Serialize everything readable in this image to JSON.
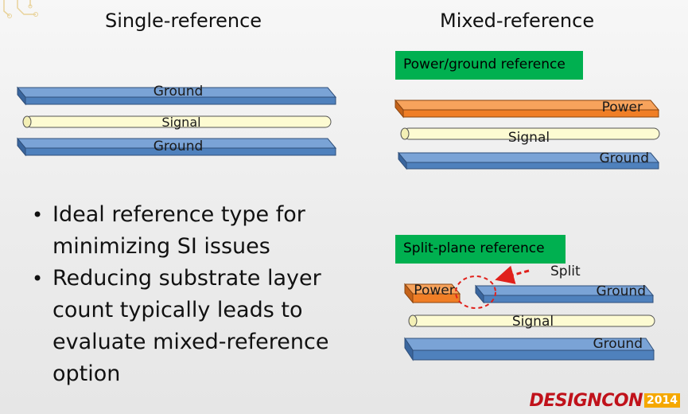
{
  "headings": {
    "single": "Single-reference",
    "mixed": "Mixed-reference"
  },
  "tags": {
    "power_ground": "Power/ground reference",
    "split_plane": "Split-plane reference"
  },
  "single_stack": {
    "top": "Ground",
    "middle": "Signal",
    "bottom": "Ground"
  },
  "mixed_stack": {
    "top": "Power",
    "middle": "Signal",
    "bottom": "Ground"
  },
  "split_stack": {
    "power": "Power",
    "ground_top": "Ground",
    "middle": "Signal",
    "bottom": "Ground",
    "split_label": "Split"
  },
  "bullets": [
    "Ideal reference type for minimizing SI issues",
    "Reducing substrate layer count typically leads to evaluate mixed-reference option"
  ],
  "logo": {
    "brand": "DESIGNCON",
    "year": "2014"
  },
  "colors": {
    "ground_blue": "#4f81bd",
    "power_orange": "#f07e26",
    "signal_cream": "#fdfbd2",
    "tag_green": "#00b050",
    "split_red": "#e0201b"
  }
}
